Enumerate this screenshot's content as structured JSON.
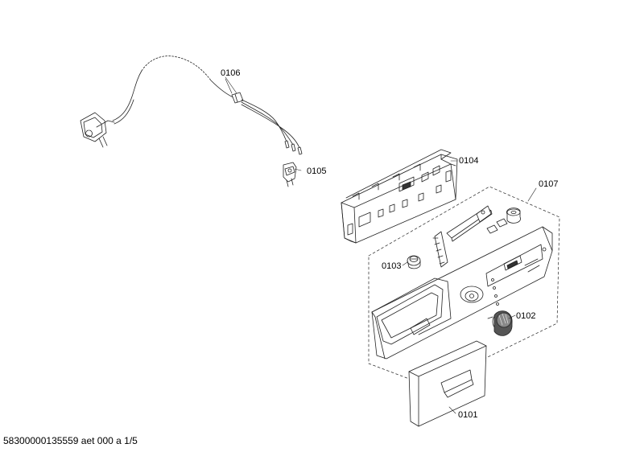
{
  "parts": [
    {
      "id": "p0106",
      "label": "0106"
    },
    {
      "id": "p0105",
      "label": "0105"
    },
    {
      "id": "p0104",
      "label": "0104"
    },
    {
      "id": "p0107",
      "label": "0107"
    },
    {
      "id": "p0103",
      "label": "0103"
    },
    {
      "id": "p0102",
      "label": "0102"
    },
    {
      "id": "p0101",
      "label": "0101"
    }
  ],
  "footer": {
    "text": "58300000135559 aet 000 a 1/5"
  }
}
